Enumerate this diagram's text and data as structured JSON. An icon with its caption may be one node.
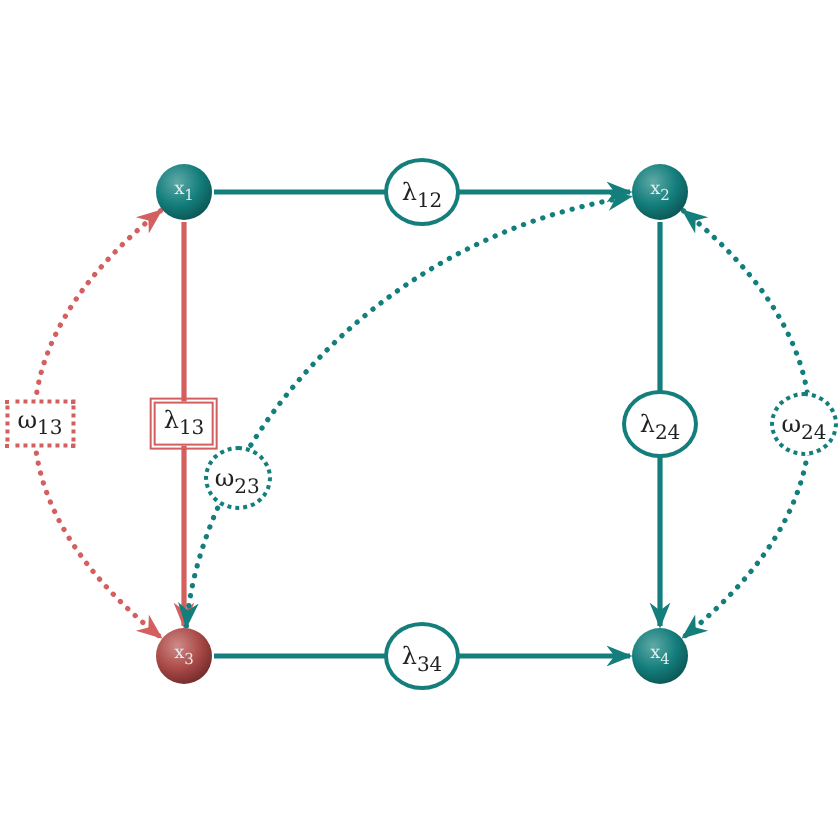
{
  "diagram": {
    "nodes": [
      {
        "text": [
          "x$_{1}$"
        ]
      },
      {
        "text": [
          "x$_{2}$"
        ]
      },
      {
        "text": [
          "x$_{3}$"
        ]
      },
      {
        "text": [
          "x$_{4}$"
        ]
      }
    ],
    "edges": [
      {
        "from": 0,
        "to": 1,
        "arrow": "to",
        "label": "λ$_{12}$"
      },
      {
        "from": 0,
        "to": 2,
        "arrow": "to",
        "label": "λ$_{13}$",
        "color": "#d35f5f"
      },
      {
        "from": 1,
        "to": 3,
        "arrow": "to",
        "label": "λ$_{24}$"
      },
      {
        "from": 2,
        "to": 3,
        "arrow": "to",
        "label": "λ$_{34}$"
      },
      {
        "from": 0,
        "to": 2,
        "arrow": "both",
        "label": "ω$_{13}$",
        "style": "dashed",
        "color": "#d35f5f"
      },
      {
        "from": 2,
        "to": 1,
        "arrow": "both",
        "label": "ω$_{23}$",
        "style": "dashed"
      },
      {
        "from": 1,
        "to": 3,
        "arrow": "both",
        "label": "ω$_{24}$",
        "style": "dashed"
      }
    ]
  }
}
